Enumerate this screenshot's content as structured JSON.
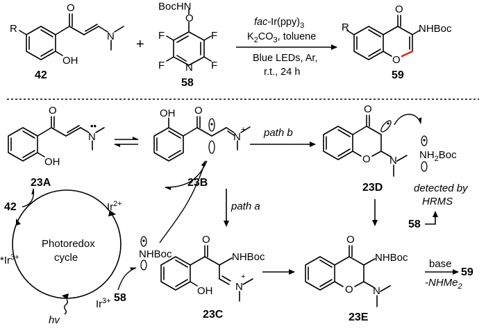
{
  "top_reaction": {
    "substituent_r": "R",
    "reagent_a_label": "42",
    "reagent_a_oh": "OH",
    "reagent_a_o": "O",
    "reagent_a_n": "N",
    "plus": "+",
    "reagent_b_label": "58",
    "reagent_b_bochn": "BocHN",
    "reagent_b_o": "O",
    "reagent_b_f": "F",
    "reagent_b_n": "N",
    "conditions_line1_prefix": "fac",
    "conditions_line1_rest": "-Ir(ppy)",
    "conditions_line1_sub": "3",
    "conditions_line2": "K",
    "conditions_line2_sub1": "2",
    "conditions_line2_mid": "CO",
    "conditions_line2_sub2": "3",
    "conditions_line2_end": ", toluene",
    "conditions_line3": "Blue LEDs, Ar,",
    "conditions_line4": "r.t., 24 h",
    "product_label": "59",
    "product_nhboc": "NHBoc",
    "product_o": "O",
    "product_r": "R"
  },
  "mechanism": {
    "c23a": {
      "label": "23A",
      "o": "O",
      "oh": "OH",
      "n": "N"
    },
    "c23b": {
      "label": "23B",
      "o": "O",
      "oh": "OH",
      "n": "N",
      "plus": "+"
    },
    "c23c": {
      "label": "23C",
      "o": "O",
      "oh": "OH",
      "n": "N",
      "plus": "+",
      "nhboc": "NHBoc"
    },
    "c23d": {
      "label": "23D",
      "o": "O",
      "n": "N"
    },
    "c23e": {
      "label": "23E",
      "o": "O",
      "n": "N",
      "nhboc": "NHBoc"
    },
    "path_a": "path a",
    "path_b": "path b",
    "radical_nh2boc": "NH",
    "radical_nh2boc_sub": "2",
    "radical_nh2boc_end": "Boc",
    "detected_line1": "detected by",
    "detected_line2": "HRMS",
    "reagent_58_right": "58",
    "radical_nhboc_left": "NHBoc",
    "reagent_58_left": "58",
    "reagent_42_left": "42",
    "base_label": "base",
    "minus_nhme2": "-NHMe",
    "minus_nhme2_sub": "2",
    "product_59_right": "59",
    "photoredox_line1": "Photoredox",
    "photoredox_line2": "cycle",
    "ir2": "Ir",
    "ir2_sup": "2+",
    "ir3_excited_star": "*",
    "ir3_excited": "Ir",
    "ir3_excited_sup": "3+",
    "ir3": "Ir",
    "ir3_sup": "3+",
    "hv": "hv"
  }
}
